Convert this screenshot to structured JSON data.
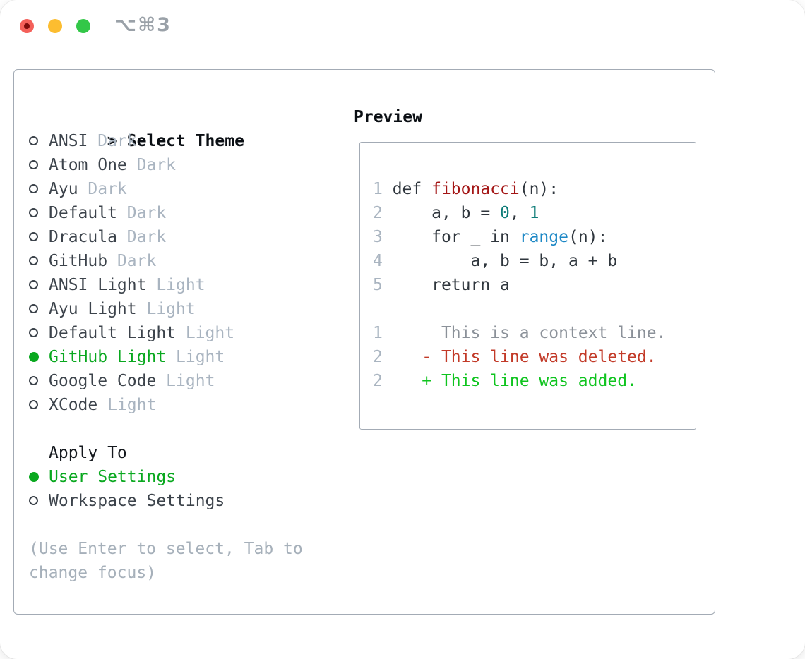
{
  "window": {
    "title": "⌥⌘3",
    "traffic_lights": [
      "close",
      "minimize",
      "zoom"
    ]
  },
  "theme_selector": {
    "prompt": ">",
    "header": "Select Theme",
    "items": [
      {
        "name": "ANSI",
        "tag": "Dark",
        "selected": false
      },
      {
        "name": "Atom One",
        "tag": "Dark",
        "selected": false
      },
      {
        "name": "Ayu",
        "tag": "Dark",
        "selected": false
      },
      {
        "name": "Default",
        "tag": "Dark",
        "selected": false
      },
      {
        "name": "Dracula",
        "tag": "Dark",
        "selected": false
      },
      {
        "name": "GitHub",
        "tag": "Dark",
        "selected": false
      },
      {
        "name": "ANSI Light",
        "tag": "Light",
        "selected": false
      },
      {
        "name": "Ayu Light",
        "tag": "Light",
        "selected": false
      },
      {
        "name": "Default Light",
        "tag": "Light",
        "selected": false
      },
      {
        "name": "GitHub Light",
        "tag": "Light",
        "selected": true
      },
      {
        "name": "Google Code",
        "tag": "Light",
        "selected": false
      },
      {
        "name": "XCode",
        "tag": "Light",
        "selected": false
      }
    ]
  },
  "apply_to": {
    "header": "Apply To",
    "options": [
      {
        "label": "User Settings",
        "selected": true
      },
      {
        "label": "Workspace Settings",
        "selected": false
      }
    ]
  },
  "hint_lines": [
    "(Use Enter to select, Tab to",
    "change focus)"
  ],
  "preview": {
    "header": "Preview",
    "lines": [
      {
        "num": "1",
        "tokens": [
          {
            "text": " def ",
            "cls": "code"
          },
          {
            "text": "fibonacci",
            "cls": "func"
          },
          {
            "text": "(n):",
            "cls": "code"
          }
        ]
      },
      {
        "num": "2",
        "tokens": [
          {
            "text": "     a, b = ",
            "cls": "code"
          },
          {
            "text": "0",
            "cls": "number"
          },
          {
            "text": ", ",
            "cls": "code"
          },
          {
            "text": "1",
            "cls": "number"
          }
        ]
      },
      {
        "num": "3",
        "tokens": [
          {
            "text": "     for _ in ",
            "cls": "code"
          },
          {
            "text": "range",
            "cls": "builtin"
          },
          {
            "text": "(n):",
            "cls": "code"
          }
        ]
      },
      {
        "num": "4",
        "tokens": [
          {
            "text": "         a, b = b, a + b",
            "cls": "code"
          }
        ]
      },
      {
        "num": "5",
        "tokens": [
          {
            "text": "     return a",
            "cls": "code"
          }
        ]
      },
      {
        "num": "",
        "tokens": []
      },
      {
        "num": "1",
        "tokens": [
          {
            "text": "      This is a context line.",
            "cls": "context"
          }
        ]
      },
      {
        "num": "2",
        "tokens": [
          {
            "text": "    - This line was deleted.",
            "cls": "deleted"
          }
        ]
      },
      {
        "num": "2",
        "tokens": [
          {
            "text": "    + This line was added.",
            "cls": "added"
          }
        ]
      }
    ]
  },
  "colors": {
    "accent_green": "#09a81f",
    "code_default": "#2f363d",
    "function_red": "#a31515",
    "number_teal": "#0e7c78",
    "builtin_blue": "#1b87c5",
    "diff_deleted_red": "#c23a28",
    "diff_added_green": "#0fc41f",
    "muted_gray": "#a9b4c0",
    "context_gray": "#8b9199",
    "panel_border": "#a3abb5",
    "traffic_red": "#f4605a",
    "traffic_yellow": "#fcbd30",
    "traffic_green": "#33c748"
  }
}
